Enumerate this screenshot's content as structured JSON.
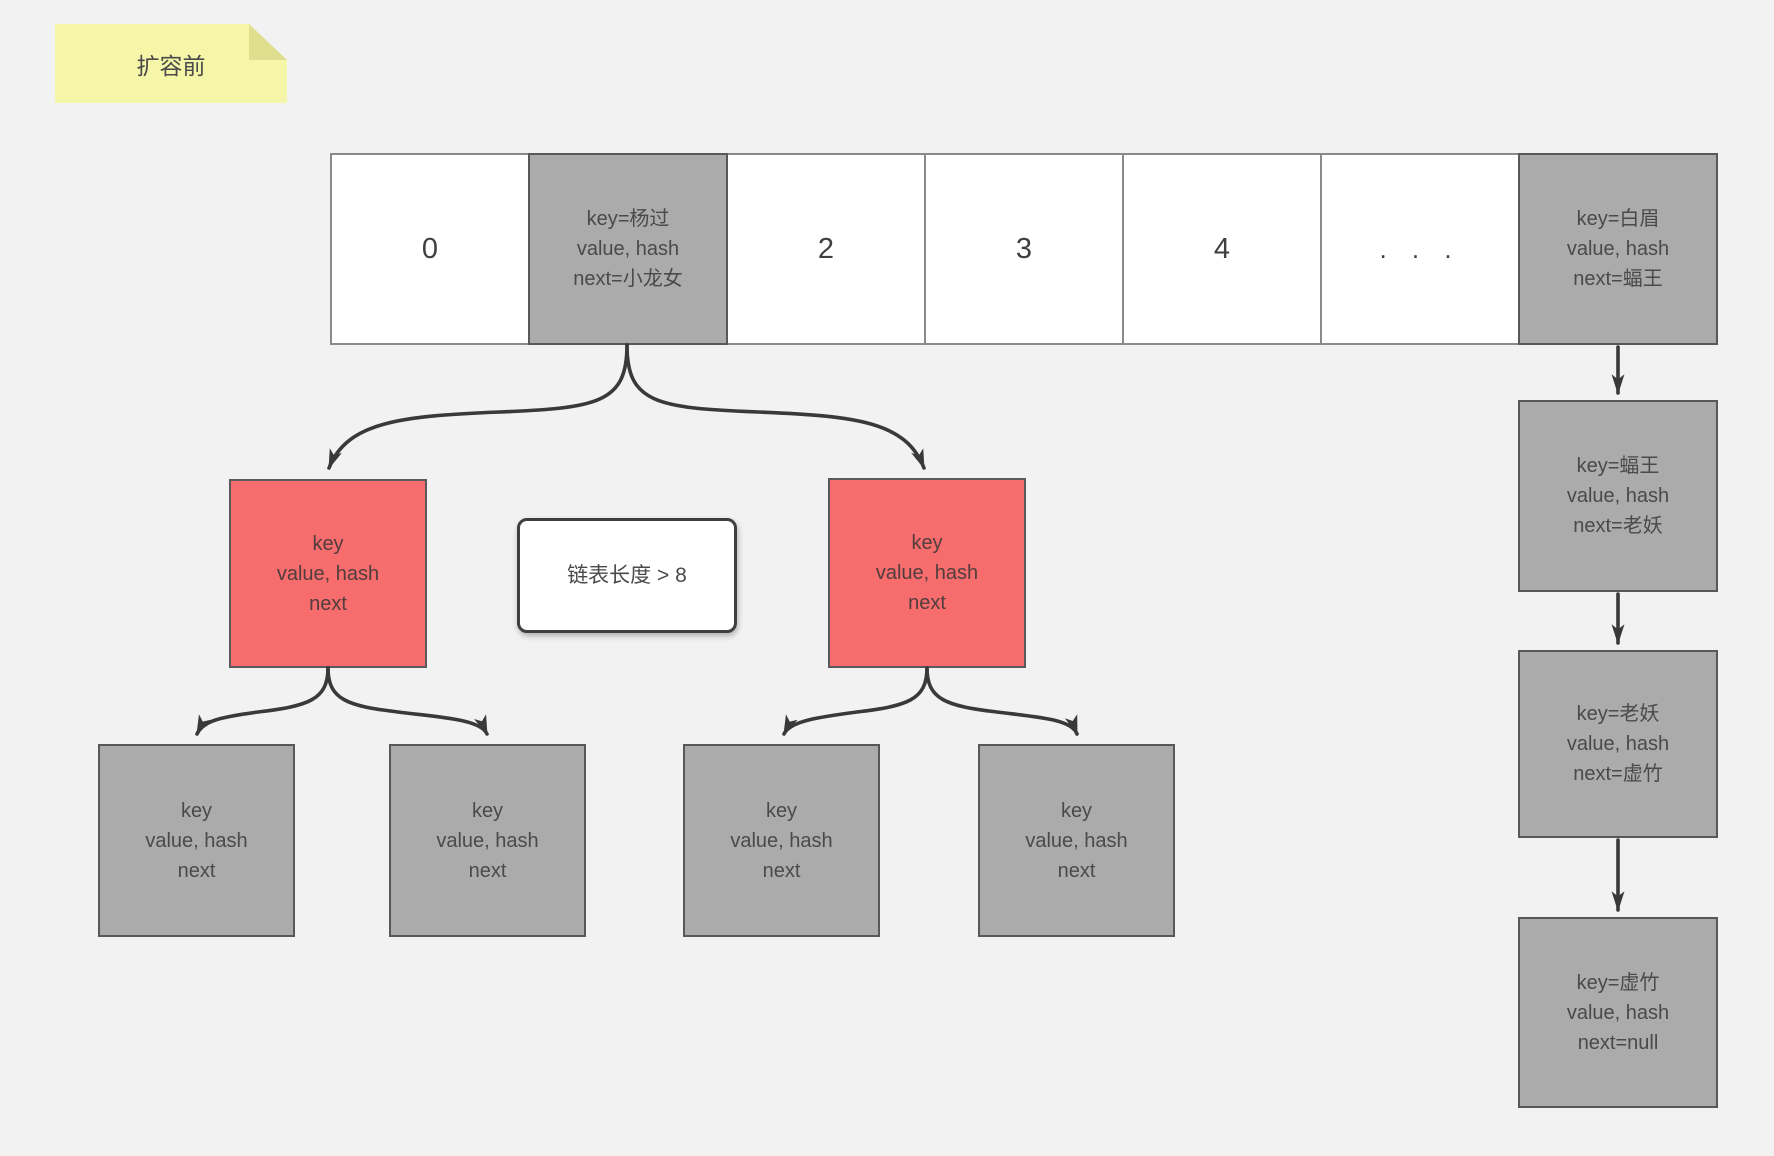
{
  "note": {
    "label": "扩容前"
  },
  "colors": {
    "background": "#f2f2f2",
    "note_bg": "#f6f6a8",
    "note_fold": "#dede8e",
    "cell_gray": "#ababab",
    "node_red": "#f76c6c",
    "border_dark": "#58585a",
    "border_light": "#8a8a8a",
    "text": "#4a4a4a",
    "arrow": "#39393b",
    "condition_border": "#3f3f3f"
  },
  "array": {
    "cells": [
      {
        "type": "index",
        "label": "0"
      },
      {
        "type": "entry",
        "lines": [
          "key=杨过",
          "value, hash",
          "next=小龙女"
        ]
      },
      {
        "type": "index",
        "label": "2"
      },
      {
        "type": "index",
        "label": "3"
      },
      {
        "type": "index",
        "label": "4"
      },
      {
        "type": "ellipsis",
        "label": ". . ."
      },
      {
        "type": "entry",
        "lines": [
          "key=白眉",
          "value, hash",
          "next=蝠王"
        ]
      }
    ]
  },
  "condition": {
    "label": "链表长度 > 8"
  },
  "tree": {
    "left_parent": {
      "lines": [
        "key",
        "value, hash",
        "next"
      ]
    },
    "right_parent": {
      "lines": [
        "key",
        "value, hash",
        "next"
      ]
    },
    "leaves": [
      {
        "lines": [
          "key",
          "value, hash",
          "next"
        ]
      },
      {
        "lines": [
          "key",
          "value, hash",
          "next"
        ]
      },
      {
        "lines": [
          "key",
          "value, hash",
          "next"
        ]
      },
      {
        "lines": [
          "key",
          "value, hash",
          "next"
        ]
      }
    ]
  },
  "chain": [
    {
      "lines": [
        "key=蝠王",
        "value, hash",
        "next=老妖"
      ]
    },
    {
      "lines": [
        "key=老妖",
        "value, hash",
        "next=虚竹"
      ]
    },
    {
      "lines": [
        "key=虚竹",
        "value, hash",
        "next=null"
      ]
    }
  ]
}
